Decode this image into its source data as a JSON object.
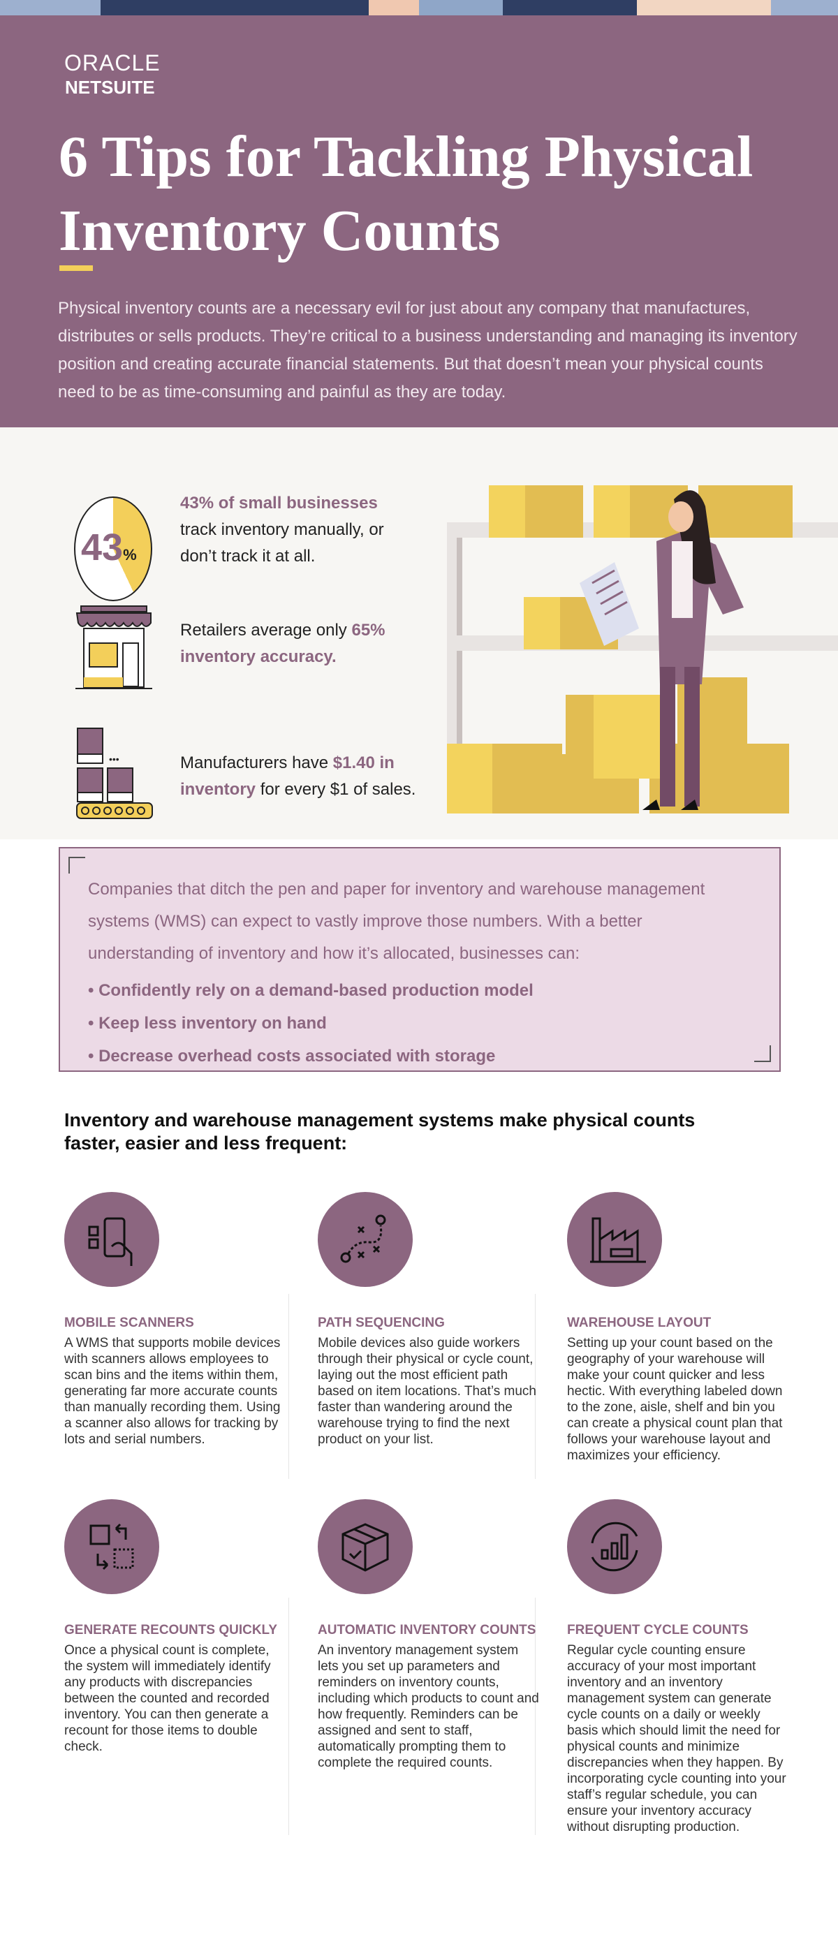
{
  "brand": {
    "line1": "ORACLE",
    "line2": "NETSUITE"
  },
  "title": "6 Tips for Tackling Physical Inventory Counts",
  "intro": "Physical inventory counts are a necessary evil for just about any company that manufactures, distributes or sells products. They’re critical to a business understanding and managing its inventory position and creating accurate financial statements. But that doesn’t mean your physical counts need to be as time-consuming and painful as they are today.",
  "stats": [
    {
      "value": "43",
      "unit": "%",
      "bold": "43% of small businesses",
      "text": " track inventory manually, or don’t track it at all.",
      "pie_fraction": 0.43
    },
    {
      "text": "Retailers average only ",
      "bold": "65% inventory accuracy."
    },
    {
      "text": "Manufacturers have ",
      "bold": "$1.40 in inventory",
      "text2": " for every $1 of sales."
    }
  ],
  "callout": {
    "text": "Companies that ditch the pen and paper for inventory and warehouse management systems (WMS) can expect to vastly improve those numbers. With a better understanding of inventory and how it’s allocated, businesses can:",
    "bullets": [
      "• Confidently rely on a demand-based production model",
      "• Keep less inventory on hand",
      "• Decrease overhead costs associated with storage"
    ]
  },
  "section_heading": "Inventory and warehouse management systems make physical counts faster, easier and less frequent:",
  "tips": [
    {
      "icon": "mobile-scanner-icon",
      "title": "MOBILE SCANNERS",
      "body": "A WMS that supports mobile devices with scanners allows employees to scan bins and the items within them, generating far more accurate counts than manually recording them. Using a scanner also allows for tracking by lots and serial numbers."
    },
    {
      "icon": "path-icon",
      "title": "PATH SEQUENCING",
      "body": "Mobile devices also guide workers through their physical or cycle count, laying out the most efficient path based on item locations. That’s much faster than wandering around the warehouse trying to find the next product on your list."
    },
    {
      "icon": "warehouse-icon",
      "title": "WAREHOUSE LAYOUT",
      "body": "Setting up your count based on the geography of your warehouse will make your count quicker and less hectic. With everything labeled down to the zone, aisle, shelf and bin you can create a physical count plan that follows your warehouse layout and maximizes your efficiency."
    },
    {
      "icon": "recount-icon",
      "title": "GENERATE RECOUNTS QUICKLY",
      "body": "Once a physical count is complete, the system will immediately identify any products with discrepancies between the counted and recorded inventory. You can then generate a recount for those items to double check."
    },
    {
      "icon": "box-icon",
      "title": "AUTOMATIC INVENTORY COUNTS",
      "body": "An inventory management system lets you set up parameters and reminders on inventory counts, including which products to count and how frequently. Reminders can be assigned and sent to staff, automatically prompting them to complete the required counts."
    },
    {
      "icon": "cycle-chart-icon",
      "title": "FREQUENT CYCLE COUNTS",
      "body": "Regular cycle counting ensure accuracy of your most important inventory and an inventory management system can generate cycle counts on a daily or weekly basis which should limit the need for physical counts and minimize discrepancies when they happen. By incorporating cycle counting into your staff’s regular schedule, you can ensure your inventory accuracy without disrupting production."
    }
  ],
  "colors": {
    "purple": "#8c6680",
    "yellow": "#f3cf5a",
    "pink": "#ecdae6"
  }
}
